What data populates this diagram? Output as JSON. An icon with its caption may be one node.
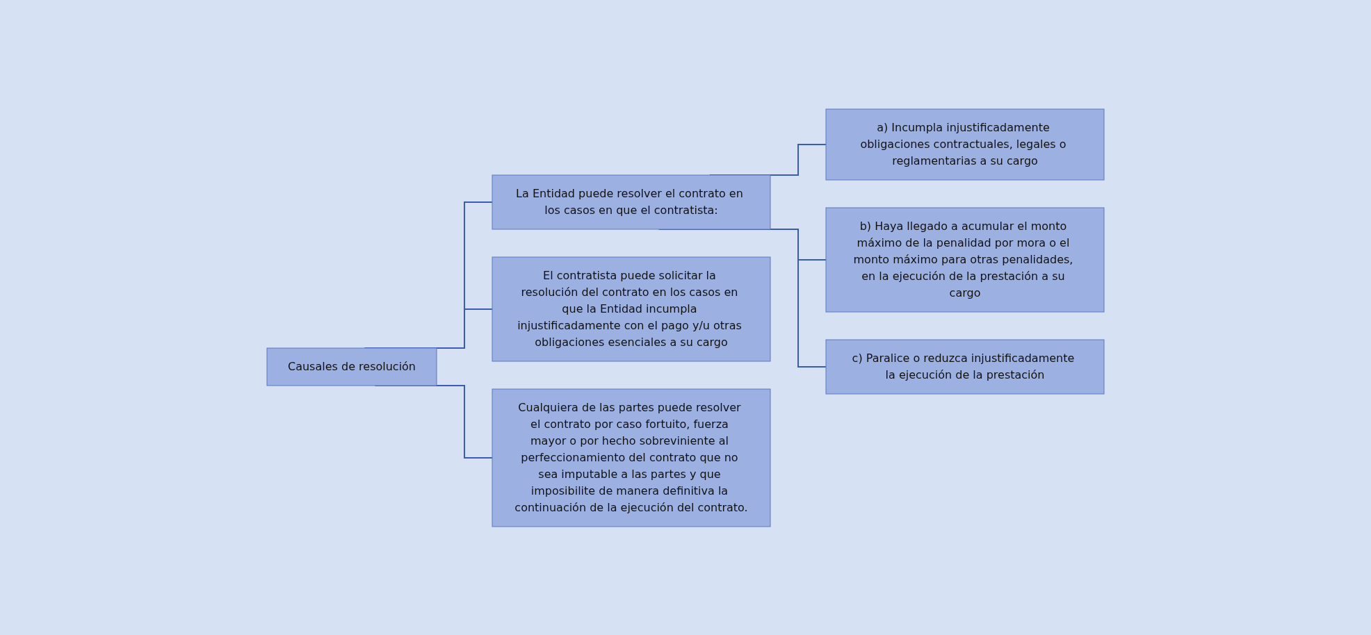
{
  "diagram": {
    "nodes": [
      {
        "text": [
          "Causales de resolución"
        ]
      },
      {
        "text": [
          "La Entidad puede resolver el contrato en los casos en que el contratista:"
        ]
      },
      {
        "text": [
          "El contratista puede solicitar la resolución del contrato en los casos en que la Entidad incumpla injustificadamente con el pago y/u otras obligaciones esenciales a su cargo"
        ]
      },
      {
        "text": [
          "Cualquiera de las partes puede resolver el contrato por caso fortuito, fuerza mayor o por hecho sobreviniente al perfeccionamiento del contrato que no sea imputable a las partes y que imposibilite de manera definitiva la continuación de la ejecución del contrato."
        ]
      },
      {
        "text": [
          "a) Incumpla injustificadamente obligaciones contractuales, legales o reglamentarias a su cargo"
        ]
      },
      {
        "text": [
          "b) Haya llegado a acumular el monto máximo de la penalidad por mora o el monto máximo para otras penalidades, en la ejecución de la prestación a su cargo"
        ]
      },
      {
        "text": [
          "c) Paralice o reduzca injustificadamente la ejecución de la prestación"
        ]
      }
    ],
    "edges": [
      {
        "from": 0,
        "to": 1,
        "arrow": "none"
      },
      {
        "from": 0,
        "to": 2,
        "arrow": "none"
      },
      {
        "from": 0,
        "to": 3,
        "arrow": "none"
      },
      {
        "from": 1,
        "to": 4,
        "arrow": "none"
      },
      {
        "from": 1,
        "to": 5,
        "arrow": "none"
      },
      {
        "from": 1,
        "to": 6,
        "arrow": "none"
      }
    ]
  }
}
